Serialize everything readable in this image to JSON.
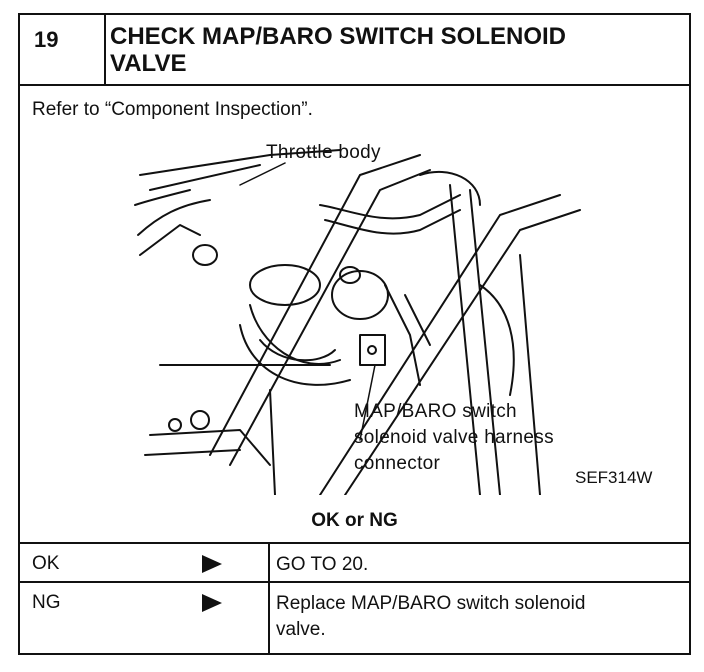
{
  "step": {
    "number": "19",
    "title_line1": "CHECK MAP/BARO SWITCH SOLENOID",
    "title_line2": "VALVE"
  },
  "refer_text": "Refer to “Component Inspection”.",
  "figure": {
    "label_throttle": "Throttle body",
    "label_switch_1": "MAP/BARO switch",
    "label_switch_2": "solenoid valve harness",
    "label_switch_3": "connector",
    "figure_code": "SEF314W"
  },
  "result_heading": "OK or NG",
  "results": [
    {
      "result": "OK",
      "action": "GO TO 20.",
      "arrow_icon": "right-triangle-arrow-icon"
    },
    {
      "result": "NG",
      "action_line1": "Replace MAP/BARO switch solenoid",
      "action_line2": "valve.",
      "arrow_icon": "right-triangle-arrow-icon"
    }
  ]
}
